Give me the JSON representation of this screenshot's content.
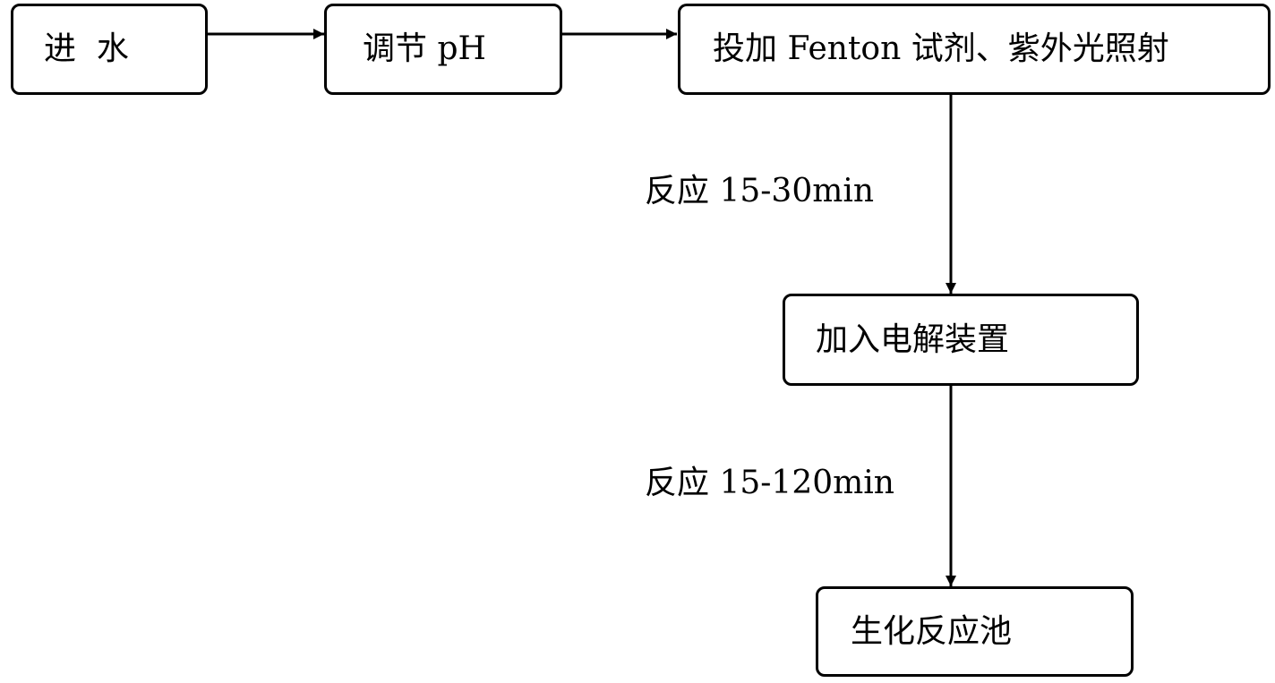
{
  "steps": {
    "water_inlet": "进  水",
    "adjust_ph": "调节 pH",
    "fenton_uv": "投加 Fenton 试剂、紫外光照射",
    "electrolysis": "加入电解装置",
    "bio_tank": "生化反应池"
  },
  "edges": {
    "reaction_1": "反应 15-30min",
    "reaction_2": "反应 15-120min"
  },
  "colors": {
    "stroke": "#000000",
    "fill": "#ffffff"
  }
}
